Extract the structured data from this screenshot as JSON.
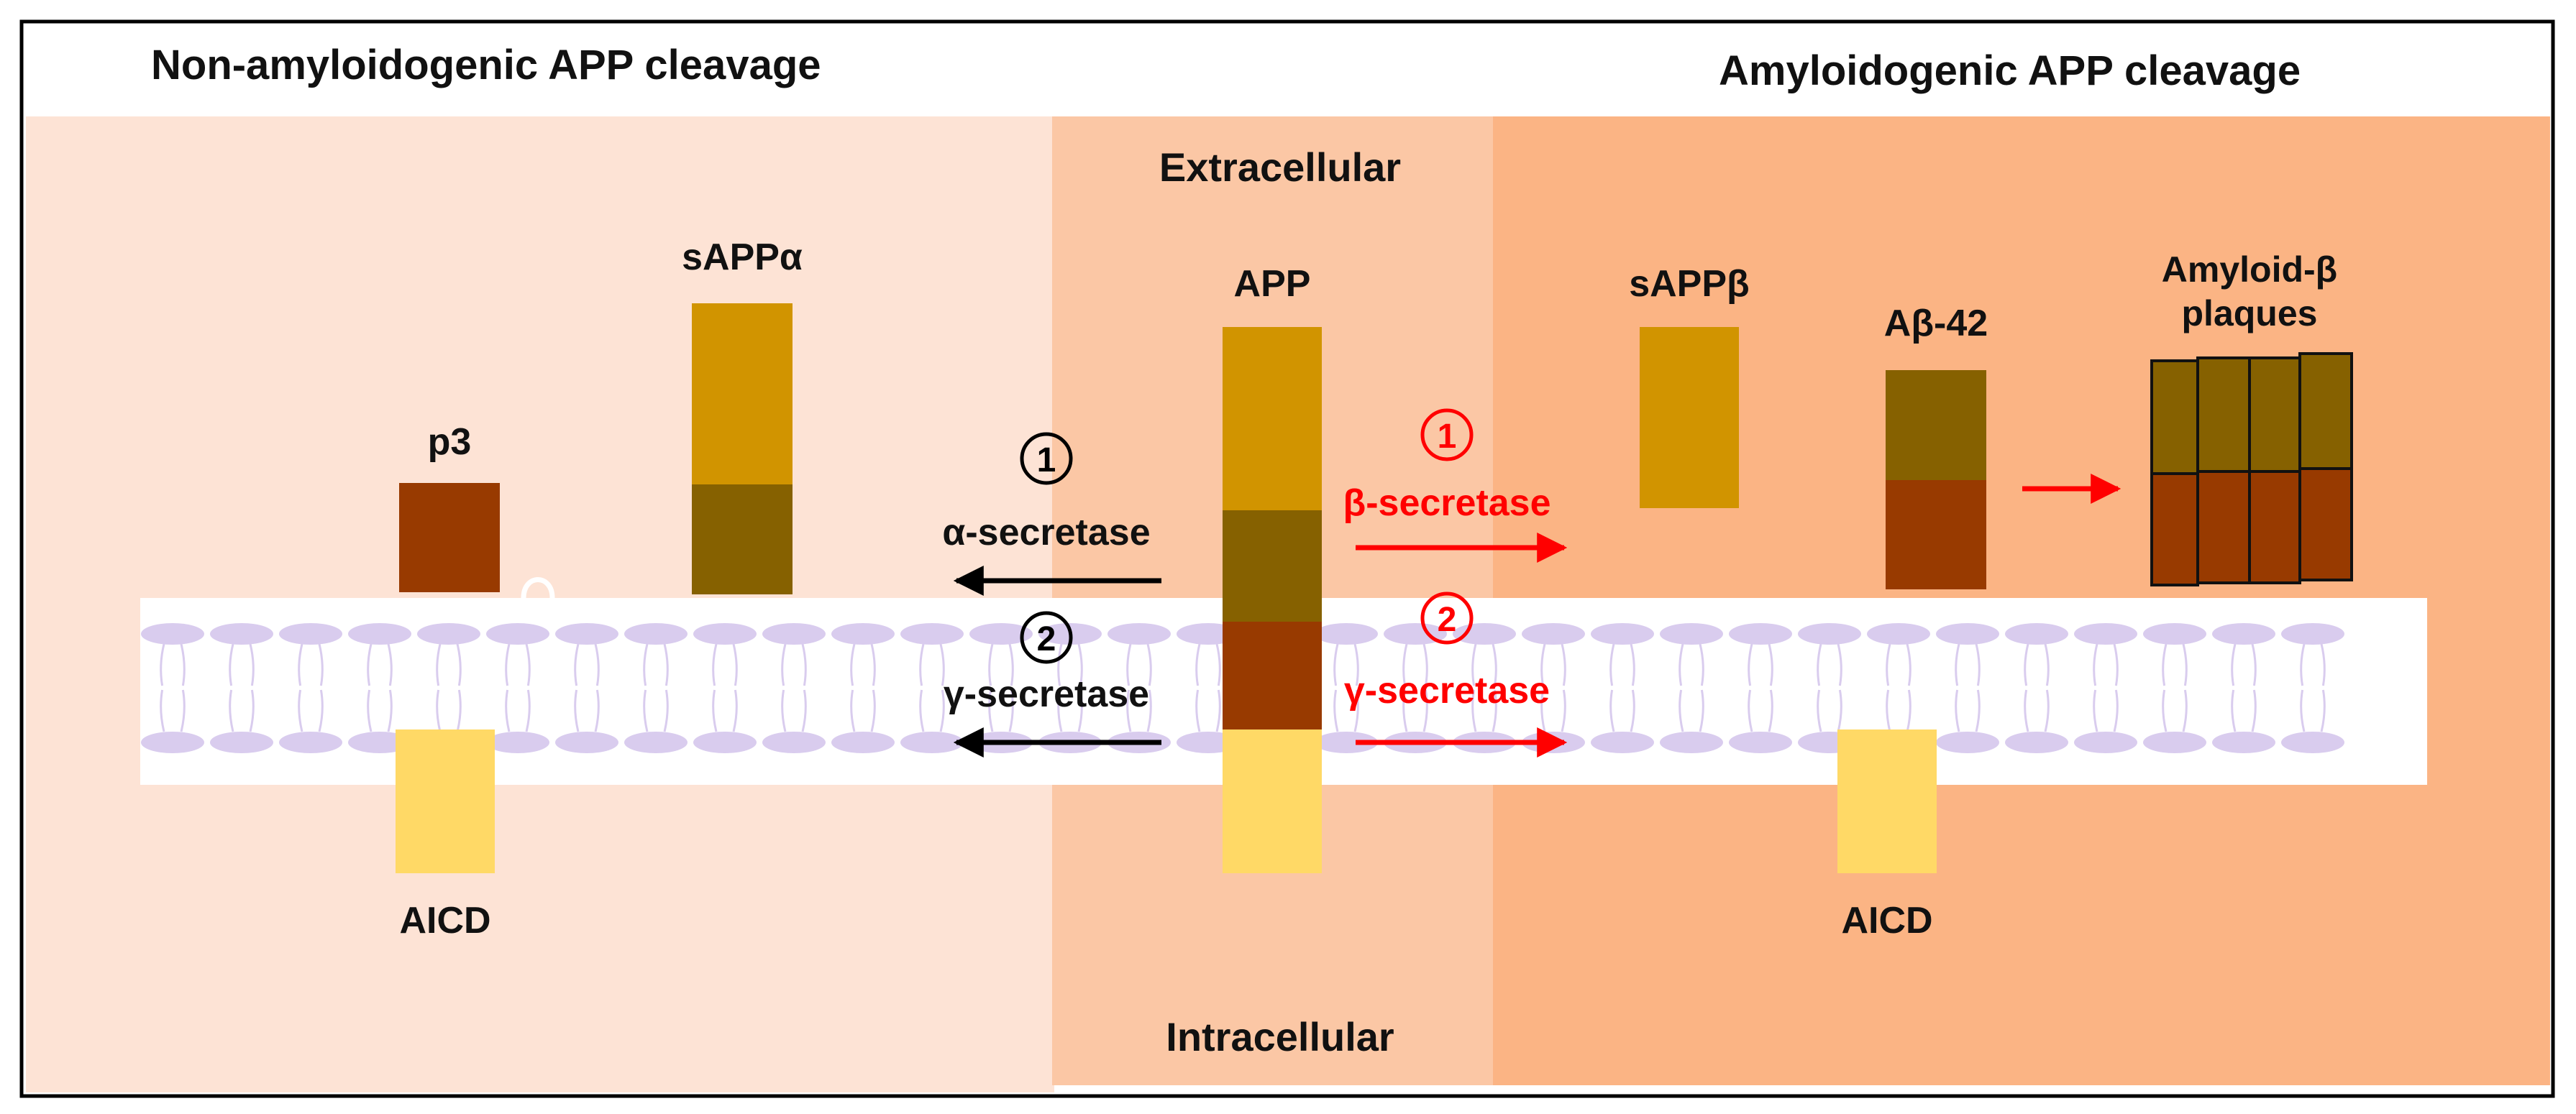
{
  "titles": {
    "left": "Non-amyloidogenic  APP cleavage",
    "right": "Amyloidogenic  APP cleavage"
  },
  "regions": {
    "extracellular": "Extracellular",
    "intracellular": "Intracellular"
  },
  "labels": {
    "app": "APP",
    "sappa": "sAPPα",
    "sappb": "sAPPβ",
    "p3": "p3",
    "ab42": "Aβ-42",
    "plaques_line1": "Amyloid-β",
    "plaques_line2": "plaques",
    "aicd_left": "AICD",
    "aicd_right": "AICD"
  },
  "steps": {
    "left_step1_num": "1",
    "left_step1_enzyme": "α-secretase",
    "left_step2_num": "2",
    "left_step2_enzyme": "γ-secretase",
    "right_step1_num": "1",
    "right_step1_enzyme": "β-secretase",
    "right_step2_num": "2",
    "right_step2_enzyme": "γ-secretase"
  },
  "colors": {
    "panel_left": "#FDE3D5",
    "panel_center": "#FBC7A5",
    "panel_right": "#FBB484",
    "membrane": "#FFFFFF",
    "lipid": "#D9CCEE",
    "app_n_terminal": "#D19400",
    "app_ab_region": "#866100",
    "app_tm": "#983A00",
    "app_cytoplasmic": "#FFD966",
    "arrow_left": "#000000",
    "arrow_right": "#FF0000",
    "text": "#111111"
  }
}
